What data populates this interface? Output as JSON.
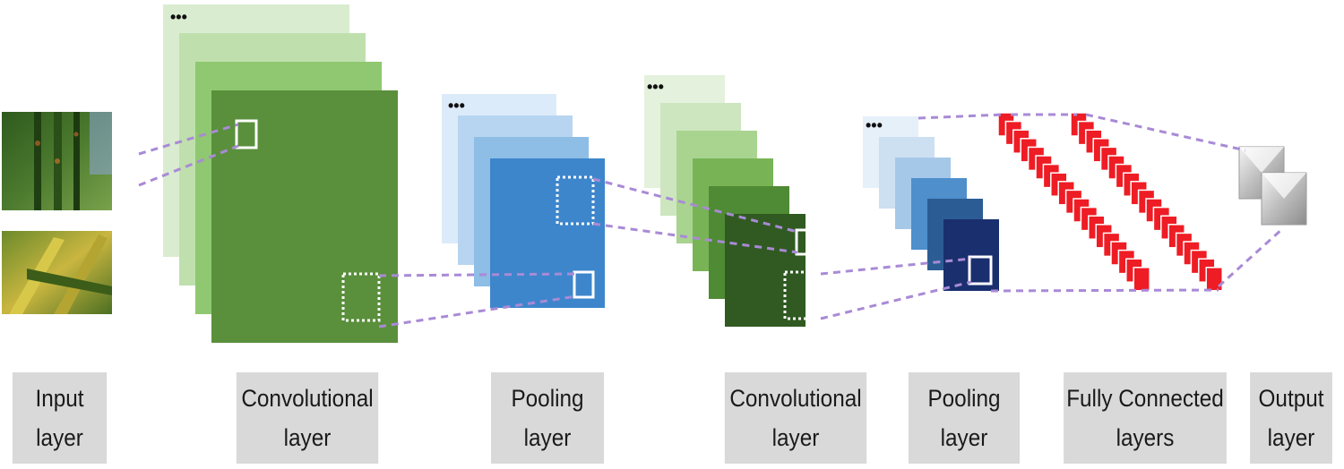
{
  "labels": {
    "input": {
      "line1": "Input",
      "line2": "layer"
    },
    "conv1": {
      "line1": "Convolutional",
      "line2": "layer"
    },
    "pool1": {
      "line1": "Pooling",
      "line2": "layer"
    },
    "conv2": {
      "line1": "Convolutional",
      "line2": "layer"
    },
    "pool2": {
      "line1": "Pooling",
      "line2": "layer"
    },
    "fc": {
      "line1": "Fully Connected",
      "line2": "layers"
    },
    "output": {
      "line1": "Output",
      "line2": "layer"
    }
  },
  "ellipsis": "•••",
  "colors": {
    "conv1_stack": [
      "#d9ecd0",
      "#bfe0ad",
      "#8fc870",
      "#5a8f3c"
    ],
    "pool1_stack": [
      "#dcebf9",
      "#b7d5f0",
      "#8ebde6",
      "#3d86cc"
    ],
    "conv2_stack": [
      "#e4f1dc",
      "#cde6bf",
      "#a9d48f",
      "#78b456",
      "#4f8a34",
      "#305a22"
    ],
    "pool2_stack": [
      "#e6f0f9",
      "#cde0f2",
      "#a6c8e8",
      "#4e8fcc",
      "#2b5d94",
      "#1a2f6e"
    ],
    "fc_neuron": "#ee1c24",
    "connector": "#a98ad6",
    "output_cube": "#cfcfcf"
  }
}
